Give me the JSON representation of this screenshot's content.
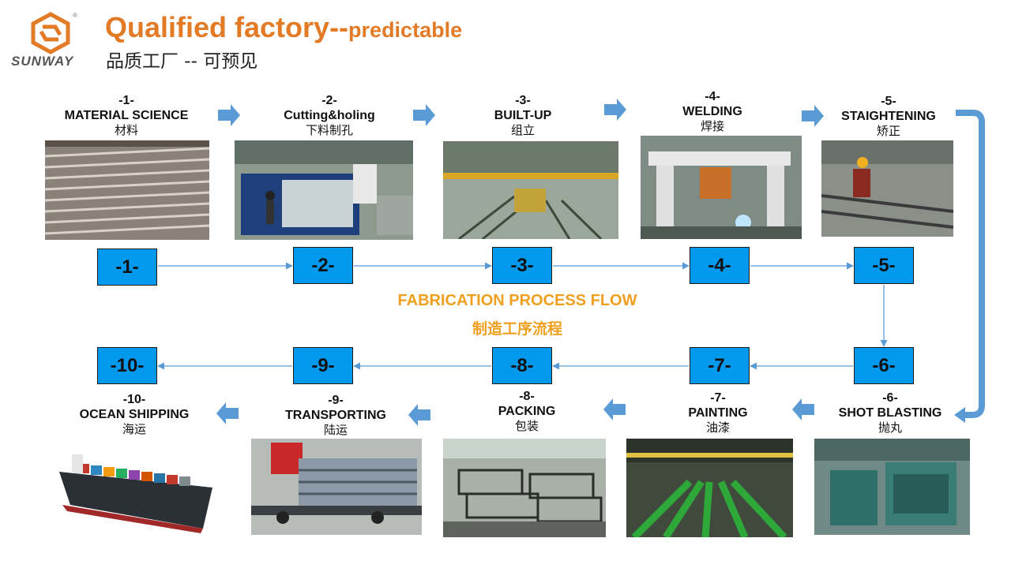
{
  "brand": {
    "name": "SUNWAY",
    "registered": "®"
  },
  "header": {
    "title_main": "Qualified factory--",
    "title_sub": "predictable",
    "subtitle": "品质工厂 -- 可预见"
  },
  "flow": {
    "title_en": "FABRICATION PROCESS FLOW",
    "title_zh": "制造工序流程"
  },
  "steps": [
    {
      "num": "-1-",
      "en": "MATERIAL SCIENCE",
      "zh": "材料",
      "box": "-1-"
    },
    {
      "num": "-2-",
      "en": "Cutting&holing",
      "zh": "下料制孔",
      "box": "-2-"
    },
    {
      "num": "-3-",
      "en": "BUILT-UP",
      "zh": "组立",
      "box": "-3-"
    },
    {
      "num": "-4-",
      "en": "WELDING",
      "zh": "焊接",
      "box": "-4-"
    },
    {
      "num": "-5-",
      "en": "STAIGHTENING",
      "zh": "矫正",
      "box": "-5-"
    },
    {
      "num": "-6-",
      "en": "SHOT BLASTING",
      "zh": "抛丸",
      "box": "-6-"
    },
    {
      "num": "-7-",
      "en": "PAINTING",
      "zh": "油漆",
      "box": "-7-"
    },
    {
      "num": "-8-",
      "en": "PACKING",
      "zh": "包装",
      "box": "-8-"
    },
    {
      "num": "-9-",
      "en": "TRANSPORTING",
      "zh": "陆运",
      "box": "-9-"
    },
    {
      "num": "-10-",
      "en": "OCEAN SHIPPING",
      "zh": "海运",
      "box": "-10-"
    }
  ],
  "colors": {
    "accent": "#e37a25",
    "flow_title": "#f0a020",
    "box_fill": "#0099ee",
    "arrow": "#5b9bd5"
  }
}
